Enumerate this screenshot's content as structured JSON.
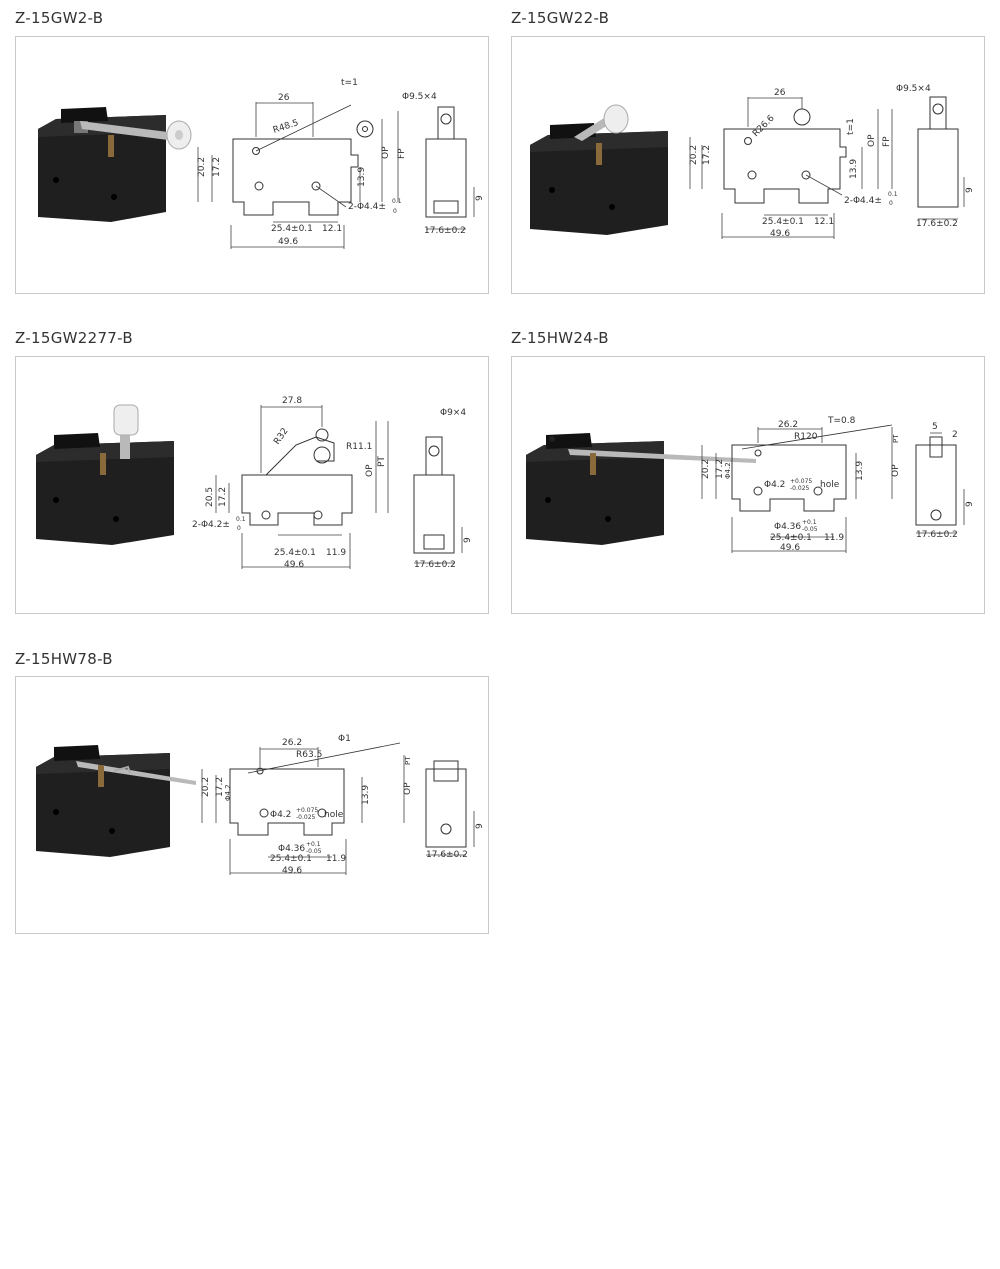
{
  "panels": [
    {
      "title": "Z-15GW2-B",
      "labels": [
        "26",
        "t=1",
        "R48.5",
        "20.2",
        "17.2",
        "13.9",
        "OP",
        "FP",
        "2-Φ4.4±",
        "0.1",
        "0",
        "25.4±0.1",
        "12.1",
        "49.6",
        "Φ9.5×4",
        "9",
        "17.6±0.2"
      ]
    },
    {
      "title": "Z-15GW22-B",
      "labels": [
        "26",
        "R26.6",
        "t=1",
        "20.2",
        "17.2",
        "13.9",
        "OP",
        "FP",
        "2-Φ4.4±",
        "0.1",
        "0",
        "25.4±0.1",
        "12.1",
        "49.6",
        "Φ9.5×4",
        "9",
        "17.6±0.2"
      ]
    },
    {
      "title": "Z-15GW2277-B",
      "labels": [
        "27.8",
        "R32",
        "R11.1",
        "20.5",
        "17.2",
        "OP",
        "PT",
        "2-Φ4.2±",
        "0.1",
        "0",
        "25.4±0.1",
        "11.9",
        "49.6",
        "Φ9×4",
        "9",
        "17.6±0.2"
      ]
    },
    {
      "title": "Z-15HW24-B",
      "labels": [
        "26.2",
        "T=0.8",
        "R120",
        "PT",
        "20.2",
        "17.2",
        "Φ4.2",
        "Φ4.2",
        "+0.075",
        "-0.025",
        "hole",
        "13.9",
        "OP",
        "Φ4.36",
        "+0.1",
        "-0.05",
        "25.4±0.1",
        "11.9",
        "49.6",
        "5",
        "2",
        "9",
        "17.6±0.2"
      ]
    },
    {
      "title": "Z-15HW78-B",
      "labels": [
        "26.2",
        "R63.5",
        "Φ1",
        "PT",
        "20.2",
        "17.2",
        "Φ4.2",
        "Φ4.2",
        "+0.075",
        "-0.025",
        "hole",
        "13.9",
        "OP",
        "Φ4.36",
        "+0.1",
        "-0.05",
        "25.4±0.1",
        "11.9",
        "49.6",
        "9",
        "17.6±0.2"
      ]
    }
  ]
}
